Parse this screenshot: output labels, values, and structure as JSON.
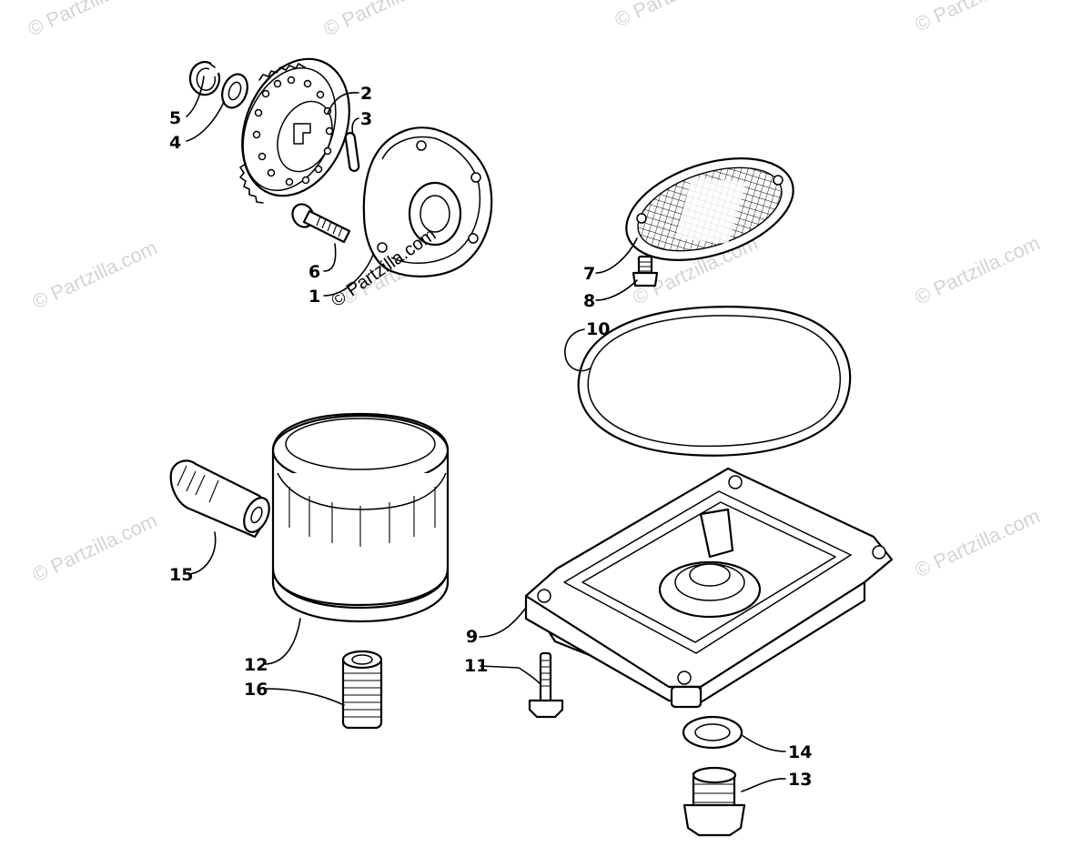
{
  "watermark": "© Partzilla.com",
  "callouts": {
    "c1": "1",
    "c2": "2",
    "c3": "3",
    "c4": "4",
    "c5": "5",
    "c6": "6",
    "c7": "7",
    "c8": "8",
    "c9": "9",
    "c10": "10",
    "c11": "11",
    "c12": "12",
    "c13": "13",
    "c14": "14",
    "c15": "15",
    "c16": "16"
  }
}
